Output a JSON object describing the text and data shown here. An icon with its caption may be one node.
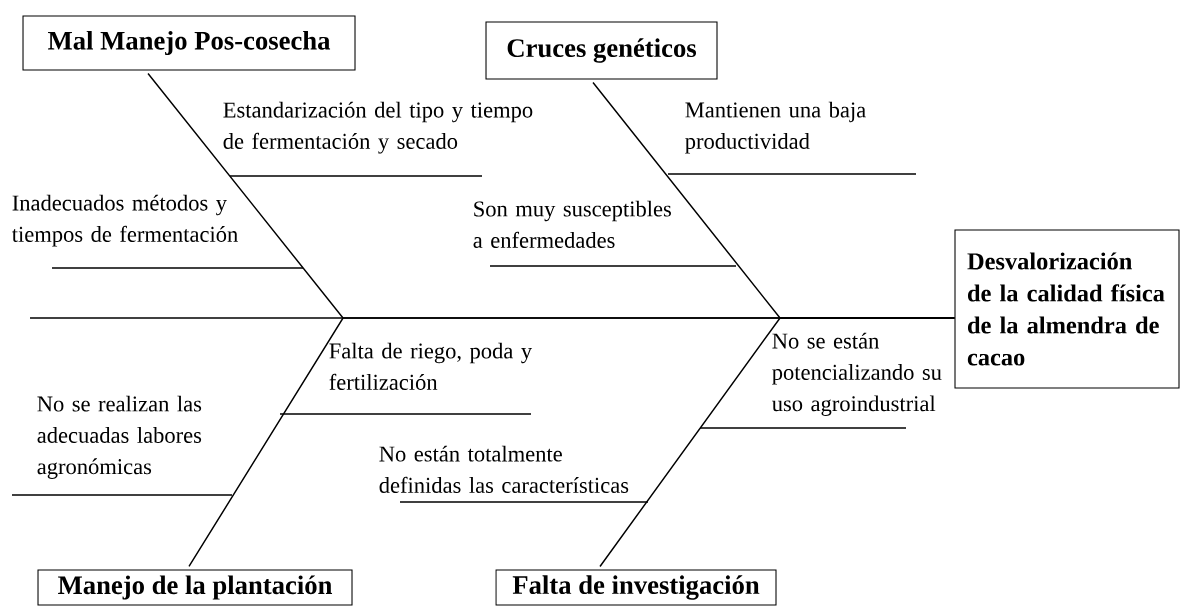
{
  "diagram": {
    "nodes": [
      {
        "text": [
          "Mal Manejo Pos-cosecha"
        ]
      },
      {
        "text": [
          "Cruces genéticos"
        ]
      },
      {
        "text": [
          "Desvalorización de la calidad física de la almendra de cacao"
        ]
      },
      {
        "text": [
          "Manejo de la plantación"
        ]
      },
      {
        "text": [
          "Falta de investigación"
        ]
      }
    ],
    "edges": [
      {
        "from": 0,
        "to": 2,
        "arrow": "none"
      },
      {
        "from": 1,
        "to": 2,
        "arrow": "none"
      },
      {
        "from": 3,
        "to": 2,
        "arrow": "none"
      },
      {
        "from": 4,
        "to": 2,
        "arrow": "none"
      }
    ],
    "labels": [
      "Estandarización del tipo y tiempo de fermentación y secado",
      "Mantienen una baja productividad",
      "Inadecuados métodos y tiempos de fermentación",
      "Son muy susceptibles a enfermedades",
      "No se están potencializando su uso agroindustrial",
      "Falta de riego, poda y fertilización",
      "No se realizan las adecuadas labores agronómicas",
      "No están totalmente definidas las características"
    ]
  }
}
